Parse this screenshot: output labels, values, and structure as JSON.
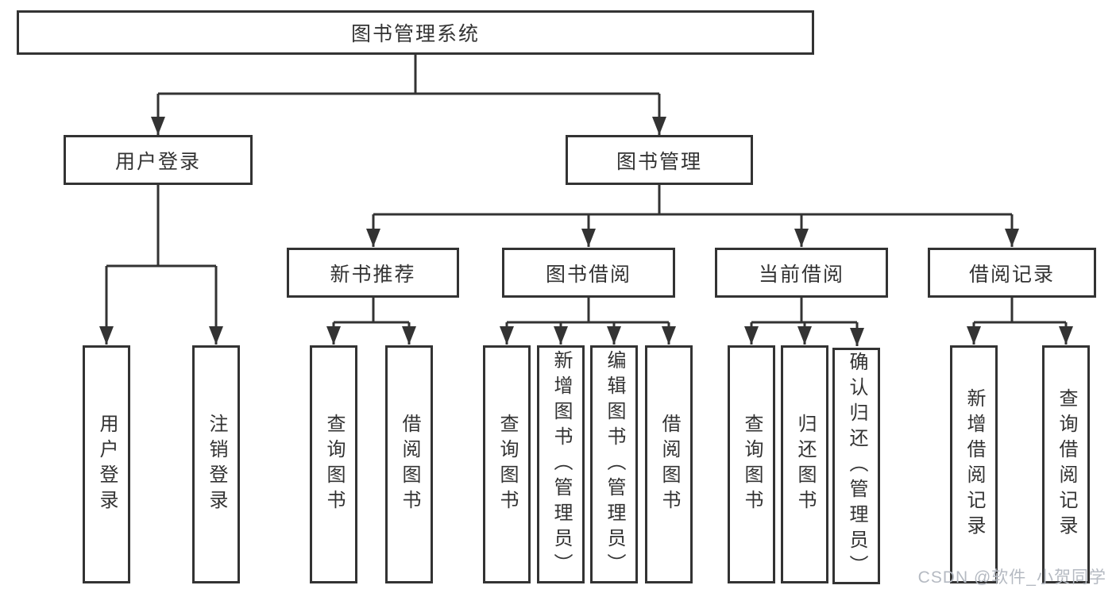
{
  "diagram": {
    "root": {
      "label": "图书管理系统",
      "children": [
        {
          "label": "用户登录",
          "children": [
            {
              "label": "用户登录"
            },
            {
              "label": "注销登录"
            }
          ]
        },
        {
          "label": "图书管理",
          "children": [
            {
              "label": "新书推荐",
              "children": [
                {
                  "label": "查询图书"
                },
                {
                  "label": "借阅图书"
                }
              ]
            },
            {
              "label": "图书借阅",
              "children": [
                {
                  "label": "查询图书"
                },
                {
                  "label": "新增图书（管理员）"
                },
                {
                  "label": "编辑图书（管理员）"
                },
                {
                  "label": "借阅图书"
                }
              ]
            },
            {
              "label": "当前借阅",
              "children": [
                {
                  "label": "查询图书"
                },
                {
                  "label": "归还图书"
                },
                {
                  "label": "确认归还（管理员）"
                }
              ]
            },
            {
              "label": "借阅记录",
              "children": [
                {
                  "label": "新增借阅记录"
                },
                {
                  "label": "查询借阅记录"
                }
              ]
            }
          ]
        }
      ]
    }
  },
  "watermark": {
    "text": "CSDN @软件_小贺同学"
  },
  "colors": {
    "line": "#333333",
    "text": "#333333",
    "box_background": "#ffffff",
    "page_background": "#ffffff",
    "watermark": "#b5bac2"
  }
}
